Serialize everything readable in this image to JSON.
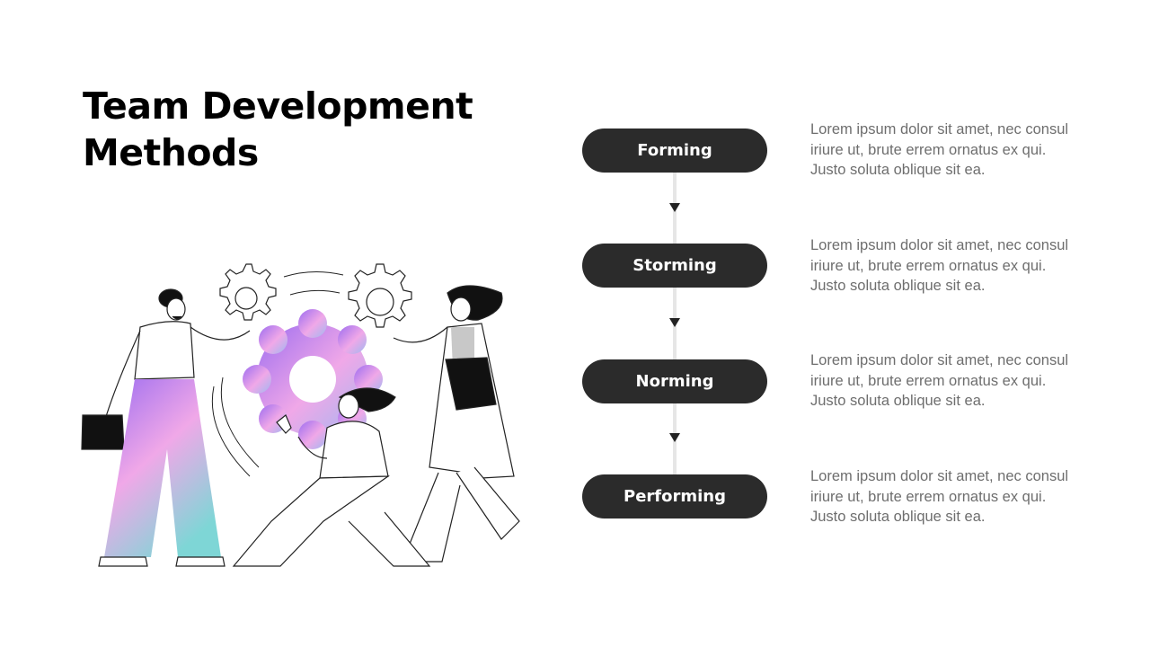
{
  "title": "Team Development Methods",
  "stages": [
    {
      "label": "Forming",
      "description": "Lorem ipsum dolor sit amet, nec consul iriure ut, brute errem ornatus ex qui. Justo soluta oblique sit ea."
    },
    {
      "label": "Storming",
      "description": "Lorem ipsum dolor sit amet, nec consul iriure ut, brute errem ornatus ex qui. Justo soluta oblique sit ea."
    },
    {
      "label": "Norming",
      "description": "Lorem ipsum dolor sit amet, nec consul iriure ut, brute errem ornatus ex qui. Justo soluta oblique sit ea."
    },
    {
      "label": "Performing",
      "description": "Lorem ipsum dolor sit amet, nec consul iriure ut, brute errem ornatus ex qui. Justo soluta oblique sit ea."
    }
  ],
  "colors": {
    "pill": "#2b2b2b",
    "connector": "#e6e6e6",
    "description_text": "#6e6e6e",
    "gradient_purple": "#9b6cf0",
    "gradient_pink": "#f0a8e8",
    "gradient_teal": "#7ed6d6"
  }
}
